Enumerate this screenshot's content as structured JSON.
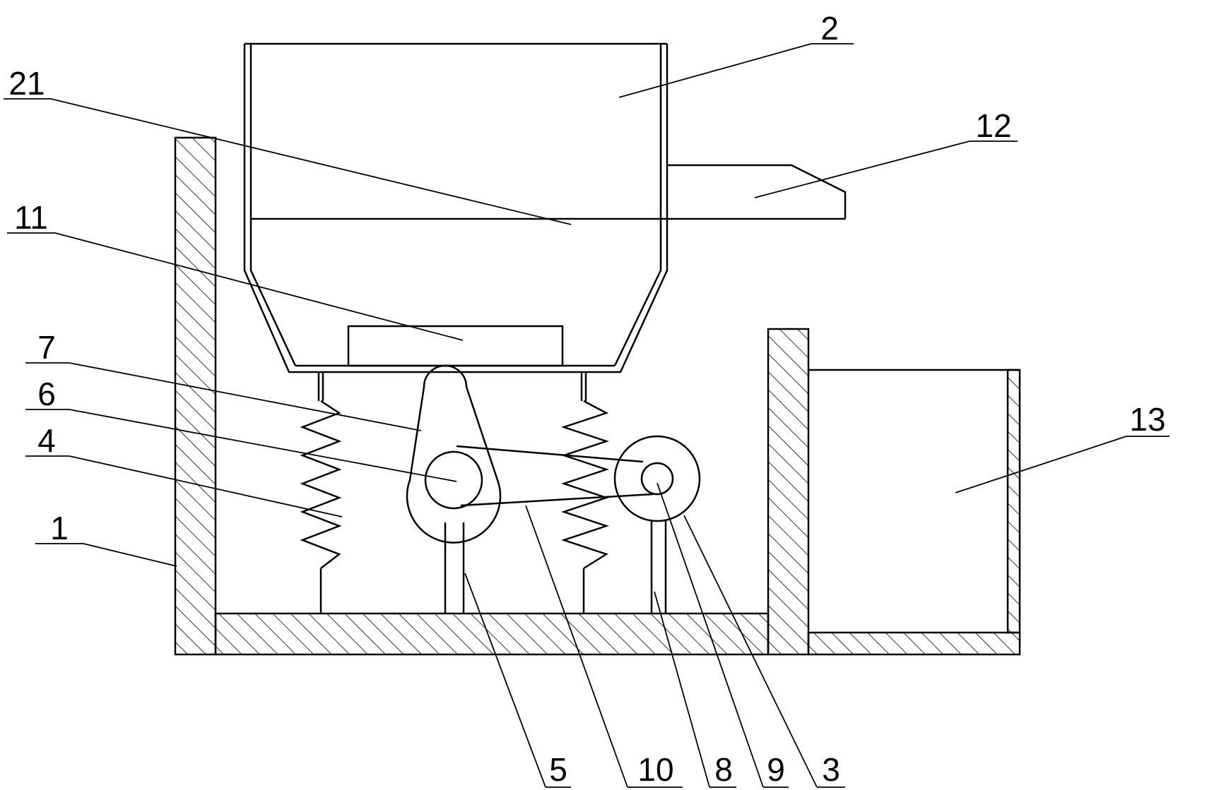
{
  "labels": {
    "l2": "2",
    "l21": "21",
    "l12": "12",
    "l11": "11",
    "l7": "7",
    "l6": "6",
    "l4": "4",
    "l1": "1",
    "l13": "13",
    "l5": "5",
    "l10": "10",
    "l8": "8",
    "l9": "9",
    "l3": "3"
  }
}
